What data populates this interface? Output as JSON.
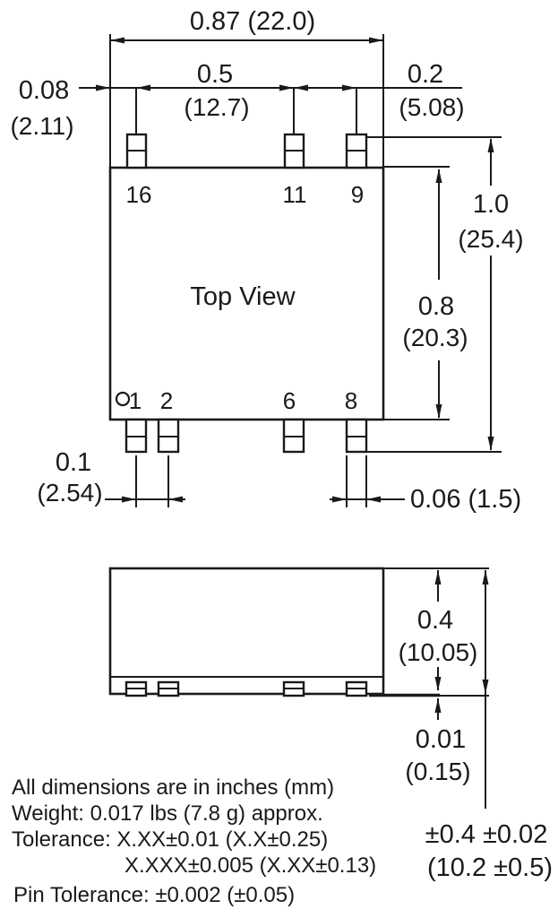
{
  "colors": {
    "ink": "#1a1a1a",
    "background": "#ffffff"
  },
  "top_view": {
    "label": "Top View",
    "pins_top": [
      "16",
      "11",
      "9"
    ],
    "pins_bottom": [
      "1",
      "2",
      "6",
      "8"
    ],
    "dim_overall_width": "0.87 (22.0)",
    "dim_pin_span_in": "0.5",
    "dim_pin_span_mm": "(12.7)",
    "dim_pin9_offset_in": "0.2",
    "dim_pin9_offset_mm": "(5.08)",
    "dim_edge_offset_in": "0.08",
    "dim_edge_offset_mm": "(2.11)",
    "dim_overall_length_in": "1.0",
    "dim_overall_length_mm": "(25.4)",
    "dim_body_length_in": "0.8",
    "dim_body_length_mm": "(20.3)",
    "dim_pin_pitch_in": "0.1",
    "dim_pin_pitch_mm": "(2.54)",
    "dim_pin_width": "0.06 (1.5)"
  },
  "side_view": {
    "dim_body_height_in": "0.4",
    "dim_body_height_mm": "(10.05)",
    "dim_standoff_in": "0.01",
    "dim_standoff_mm": "(0.15)",
    "dim_seated_height_in": "±0.4 ±0.02",
    "dim_seated_height_mm": "(10.2 ±0.5)"
  },
  "notes": {
    "units": "All dimensions are in inches (mm)",
    "weight": "Weight: 0.017 lbs (7.8 g) approx.",
    "tolerance_1": "Tolerance: X.XX±0.01 (X.X±0.25)",
    "tolerance_2": "X.XXX±0.005 (X.XX±0.13)",
    "pin_tolerance": "Pin Tolerance: ±0.002 (±0.05)"
  }
}
